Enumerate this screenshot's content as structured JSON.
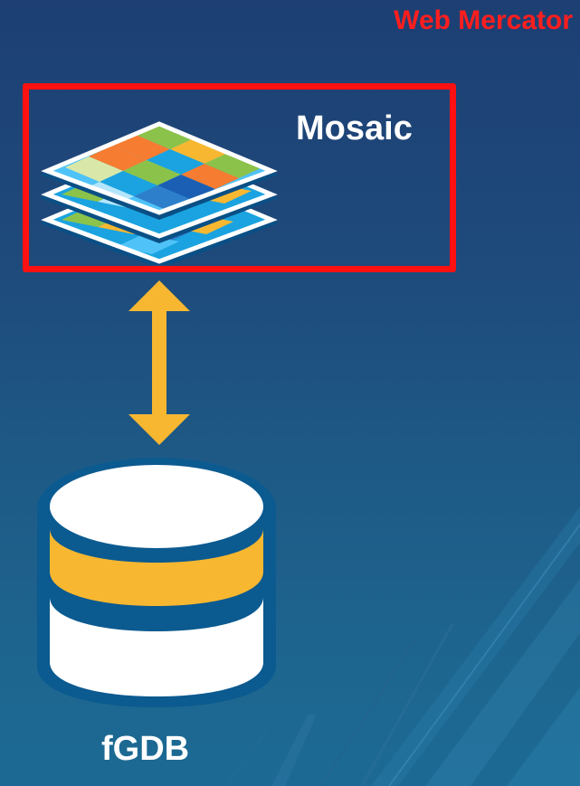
{
  "crs_label": "Web Mercator",
  "mosaic": {
    "title": "Mosaic",
    "icon": "layered-raster-icon"
  },
  "connector": {
    "icon": "bidirectional-arrow-icon",
    "color": "#f7b731"
  },
  "database": {
    "label": "fGDB",
    "icon": "database-icon"
  },
  "colors": {
    "frame": "#ff1111",
    "crs_text": "#ff1e1e",
    "db_band": "#f7b731",
    "db_outline": "#0b5a90"
  }
}
